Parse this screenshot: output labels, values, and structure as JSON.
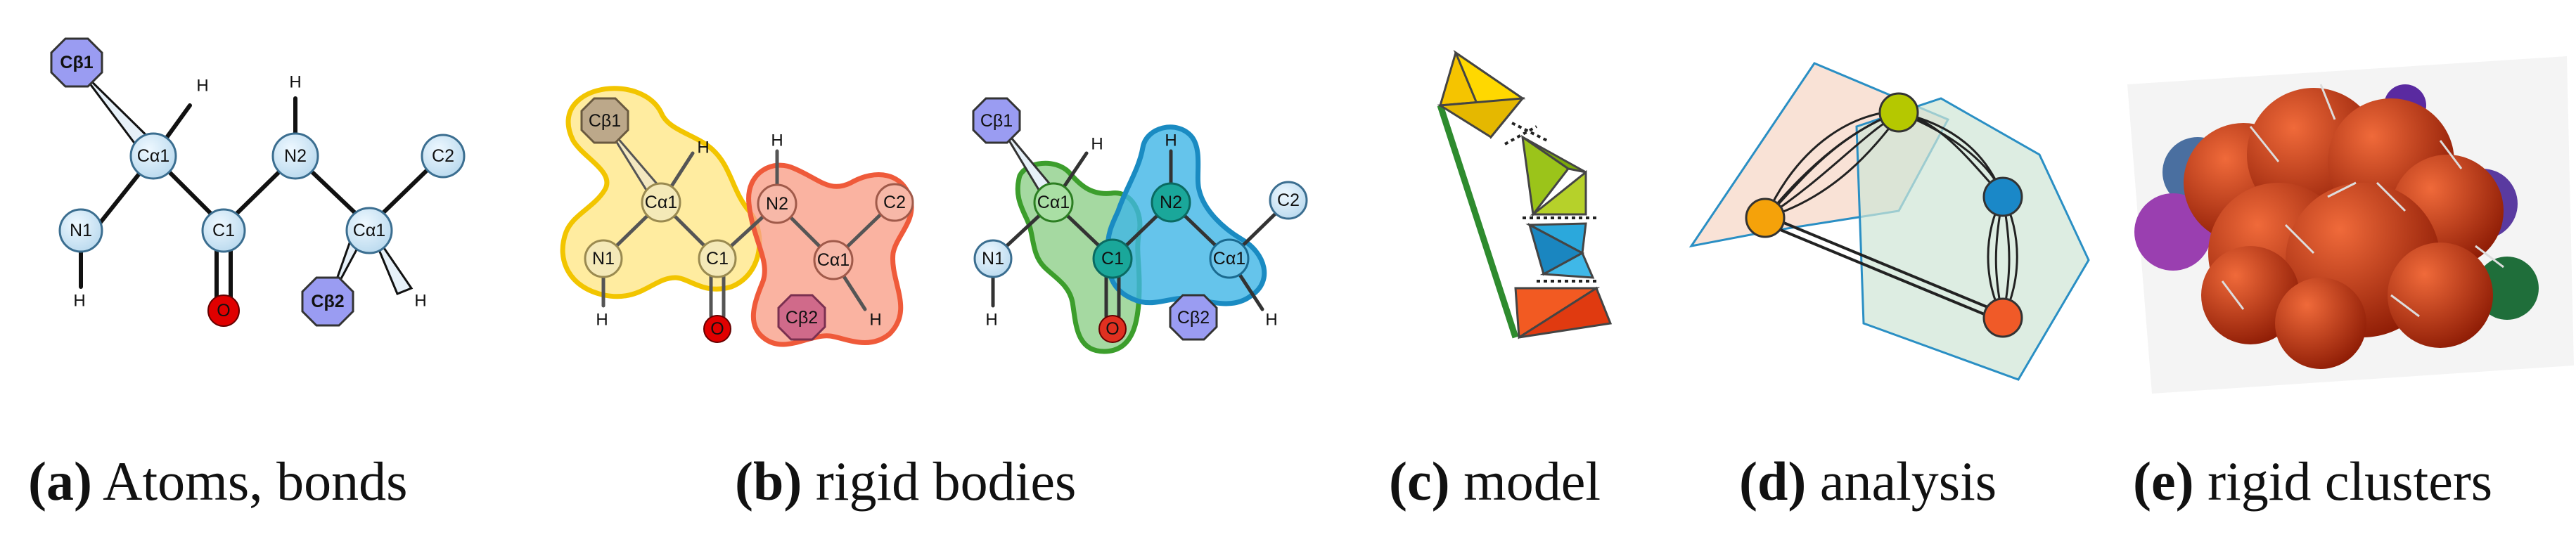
{
  "panels": [
    {
      "letter": "(a)",
      "caption": "Atoms, bonds",
      "atoms": {
        "cb1": "Cβ1",
        "ca1": "Cα1",
        "n2": "N2",
        "c2": "C2",
        "n1": "N1",
        "c1": "C1",
        "ca1b": "Cα1",
        "cb2": "Cβ2",
        "o": "O",
        "h": "H"
      }
    },
    {
      "letter": "(b)",
      "caption": "rigid bodies",
      "atoms": {
        "cb1": "Cβ1",
        "ca1": "Cα1",
        "n1": "N1",
        "c1": "C1",
        "o": "O",
        "n2": "N2",
        "c2": "C2",
        "ca1b": "Cα1",
        "cb2": "Cβ2",
        "h": "H",
        "cb1_2": "Cβ1",
        "ca1_2": "Cα1",
        "n2_2": "N2",
        "c2_2": "C2",
        "n1_2": "N1",
        "c1_2": "C1",
        "ca1b_2": "Cα1",
        "cb2_2": "Cβ2",
        "o_2": "O"
      }
    },
    {
      "letter": "(c)",
      "caption": "model"
    },
    {
      "letter": "(d)",
      "caption": "analysis"
    },
    {
      "letter": "(e)",
      "caption": "rigid clusters"
    }
  ],
  "colors": {
    "atom_fill": "#cfe6f5",
    "atom_stroke": "#3b6e90",
    "beta_fill": "#9a9cf2",
    "oxygen": "#e00000",
    "yellow": "#ffd400",
    "red_body": "#f47a5c",
    "green_body": "#4caf50",
    "blue_body": "#2aa7dc",
    "olive": "#b5c800",
    "orange": "#f5a20a",
    "cluster_red": "#c93a12"
  }
}
